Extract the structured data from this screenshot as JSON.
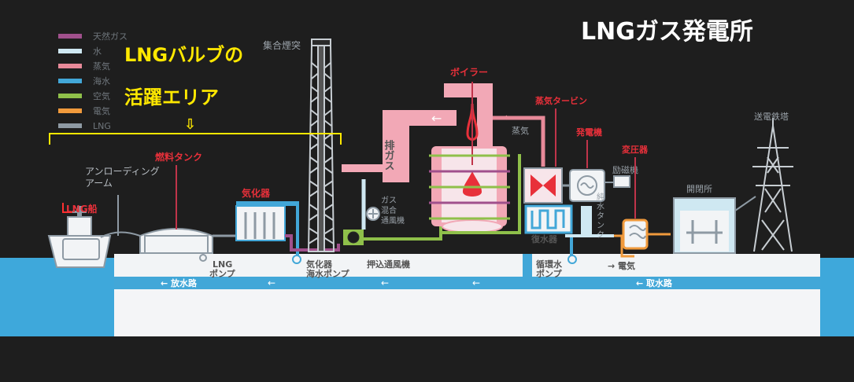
{
  "title": "LNGガス発電所",
  "callout": {
    "line1": "LNGバルブの",
    "line2": "活躍エリア",
    "arrow": "⇩"
  },
  "legend": [
    {
      "label": "天然ガス",
      "color": "#a0508c"
    },
    {
      "label": "水",
      "color": "#cfe8f2"
    },
    {
      "label": "蒸気",
      "color": "#e88a99"
    },
    {
      "label": "海水",
      "color": "#42a7d8"
    },
    {
      "label": "空気",
      "color": "#8fc04a"
    },
    {
      "label": "電気",
      "color": "#f09a3c"
    },
    {
      "label": "LNG",
      "color": "#8e9aa4"
    }
  ],
  "labels": {
    "lng_ship": "LNG船",
    "unloading_arm_1": "アンローディング",
    "unloading_arm_2": "アーム",
    "fuel_tank": "燃料タンク",
    "vaporizer": "気化器",
    "chimney": "集合煙突",
    "exhaust_gas": "排ガス",
    "gas_mixer_1": "ガス",
    "gas_mixer_2": "混合",
    "gas_mixer_3": "通風機",
    "boiler": "ボイラー",
    "steam": "蒸気",
    "turbine": "蒸気タービン",
    "generator": "発電機",
    "exciter": "励磁機",
    "pure_water_tank_1": "純",
    "pure_water_tank_2": "水",
    "pure_water_tank_3": "タ",
    "pure_water_tank_4": "ン",
    "pure_water_tank_5": "ク",
    "transformer": "変圧器",
    "switchyard": "開閉所",
    "tower": "送電鉄塔",
    "lng_pump_1": "LNG",
    "lng_pump_2": "ポンプ",
    "seawater_pump_1": "気化器",
    "seawater_pump_2": "海水ポンプ",
    "forced_fan": "押込通風機",
    "condenser": "復水器",
    "circ_pump_1": "循環水",
    "circ_pump_2": "ポンプ",
    "electricity": "→ 電気",
    "discharge": "← 放水路",
    "intake": "← 取水路",
    "flow_arrow": "←"
  },
  "colors": {
    "callout_yellow": "#ffe800",
    "red_label": "#e8303a",
    "boiler_pink": "#f2a8b6",
    "seawater": "#42a7d8",
    "water_body": "#3ea8db",
    "ground": "#f2f4f6"
  }
}
